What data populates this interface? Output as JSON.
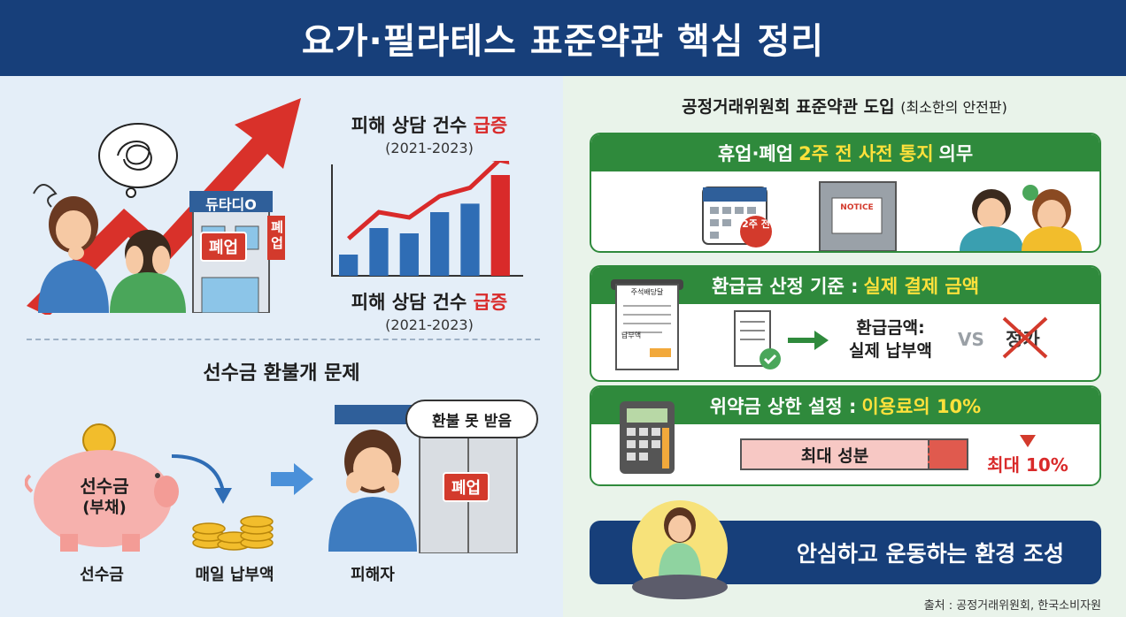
{
  "title": "요가·필라테스 표준약관 핵심 정리",
  "left": {
    "studio_sign": "듀타디O",
    "closed_sign": "폐업",
    "closed_sign_vertical": "폐업",
    "chart_title_prefix": "피해 상담 건수 ",
    "chart_title_highlight": "급증",
    "chart_sub": "(2021-2023)",
    "chart_title2_prefix": "피해 상담 건수 ",
    "chart_title2_highlight": "급증",
    "chart_sub2": "(2021-2023)",
    "section_title": "선수금 환불개 문제",
    "piggy_line1": "선수금",
    "piggy_line2": "(부채)",
    "label_prepaid": "선수금",
    "label_daily": "매일 납부액",
    "label_victim": "피해자",
    "speech": "환불 못 받음",
    "closed_sign2": "폐업"
  },
  "chart_data": {
    "type": "bar",
    "categories": [
      "",
      "",
      "",
      "",
      "",
      ""
    ],
    "values": [
      2,
      4.5,
      4,
      6,
      6.8,
      9.5
    ],
    "highlight_last": true,
    "trend": "up"
  },
  "right": {
    "title": "공정거래위원회 표준약관 도입",
    "title_small": "(최소한의 안전판)",
    "panel1": {
      "prefix": "휴업·폐업 ",
      "highlight": "2주 전 사전 통지",
      "suffix": " 의무",
      "badge": "2주 전",
      "notice": "NOTICE"
    },
    "panel2": {
      "prefix": "환급금 산정 기준 : ",
      "highlight": "실제 결제 금액",
      "receipt_label": "주석배당달",
      "receipt_foot": "납부액",
      "text_line1": "환급금액:",
      "text_line2": "실제 납부액",
      "vs": "VS",
      "crossed": "정가"
    },
    "panel3": {
      "prefix": "위약금 상한 설정 : ",
      "highlight": "이용료의 10%",
      "bar_label": "최대 성분",
      "max_label": "최대 10%"
    },
    "banner": "안심하고 운동하는 환경 조성",
    "source": "출처 : 공정거래위원회, 한국소비자원"
  },
  "colors": {
    "navy": "#173f7a",
    "green": "#2f8a3c",
    "red": "#d92a2a",
    "yellow": "#ffe13b",
    "bar_blue": "#2f6db5"
  }
}
